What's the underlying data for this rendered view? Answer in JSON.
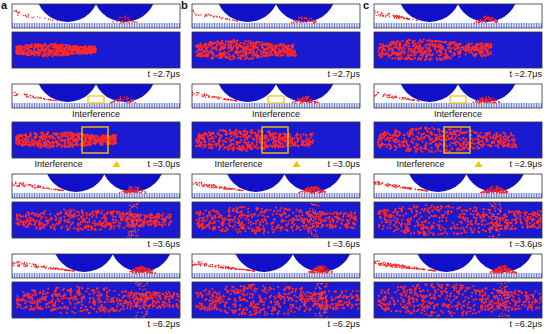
{
  "diagram": {
    "labels": [
      "a",
      "b",
      "c",
      "t =2.7μs",
      "Interference",
      "Interference",
      "t =3.0μs",
      "t =3.6μs",
      "t =6.2μs",
      "t =2.7μs",
      "Interference",
      "Interference",
      "t =3.0μs",
      "t =3.6μs",
      "t =6.2μs",
      "t =2.7μs",
      "Interference",
      "Interference",
      "t =2.9μs",
      "t =3.6μs",
      "t =6.2μs"
    ]
  }
}
